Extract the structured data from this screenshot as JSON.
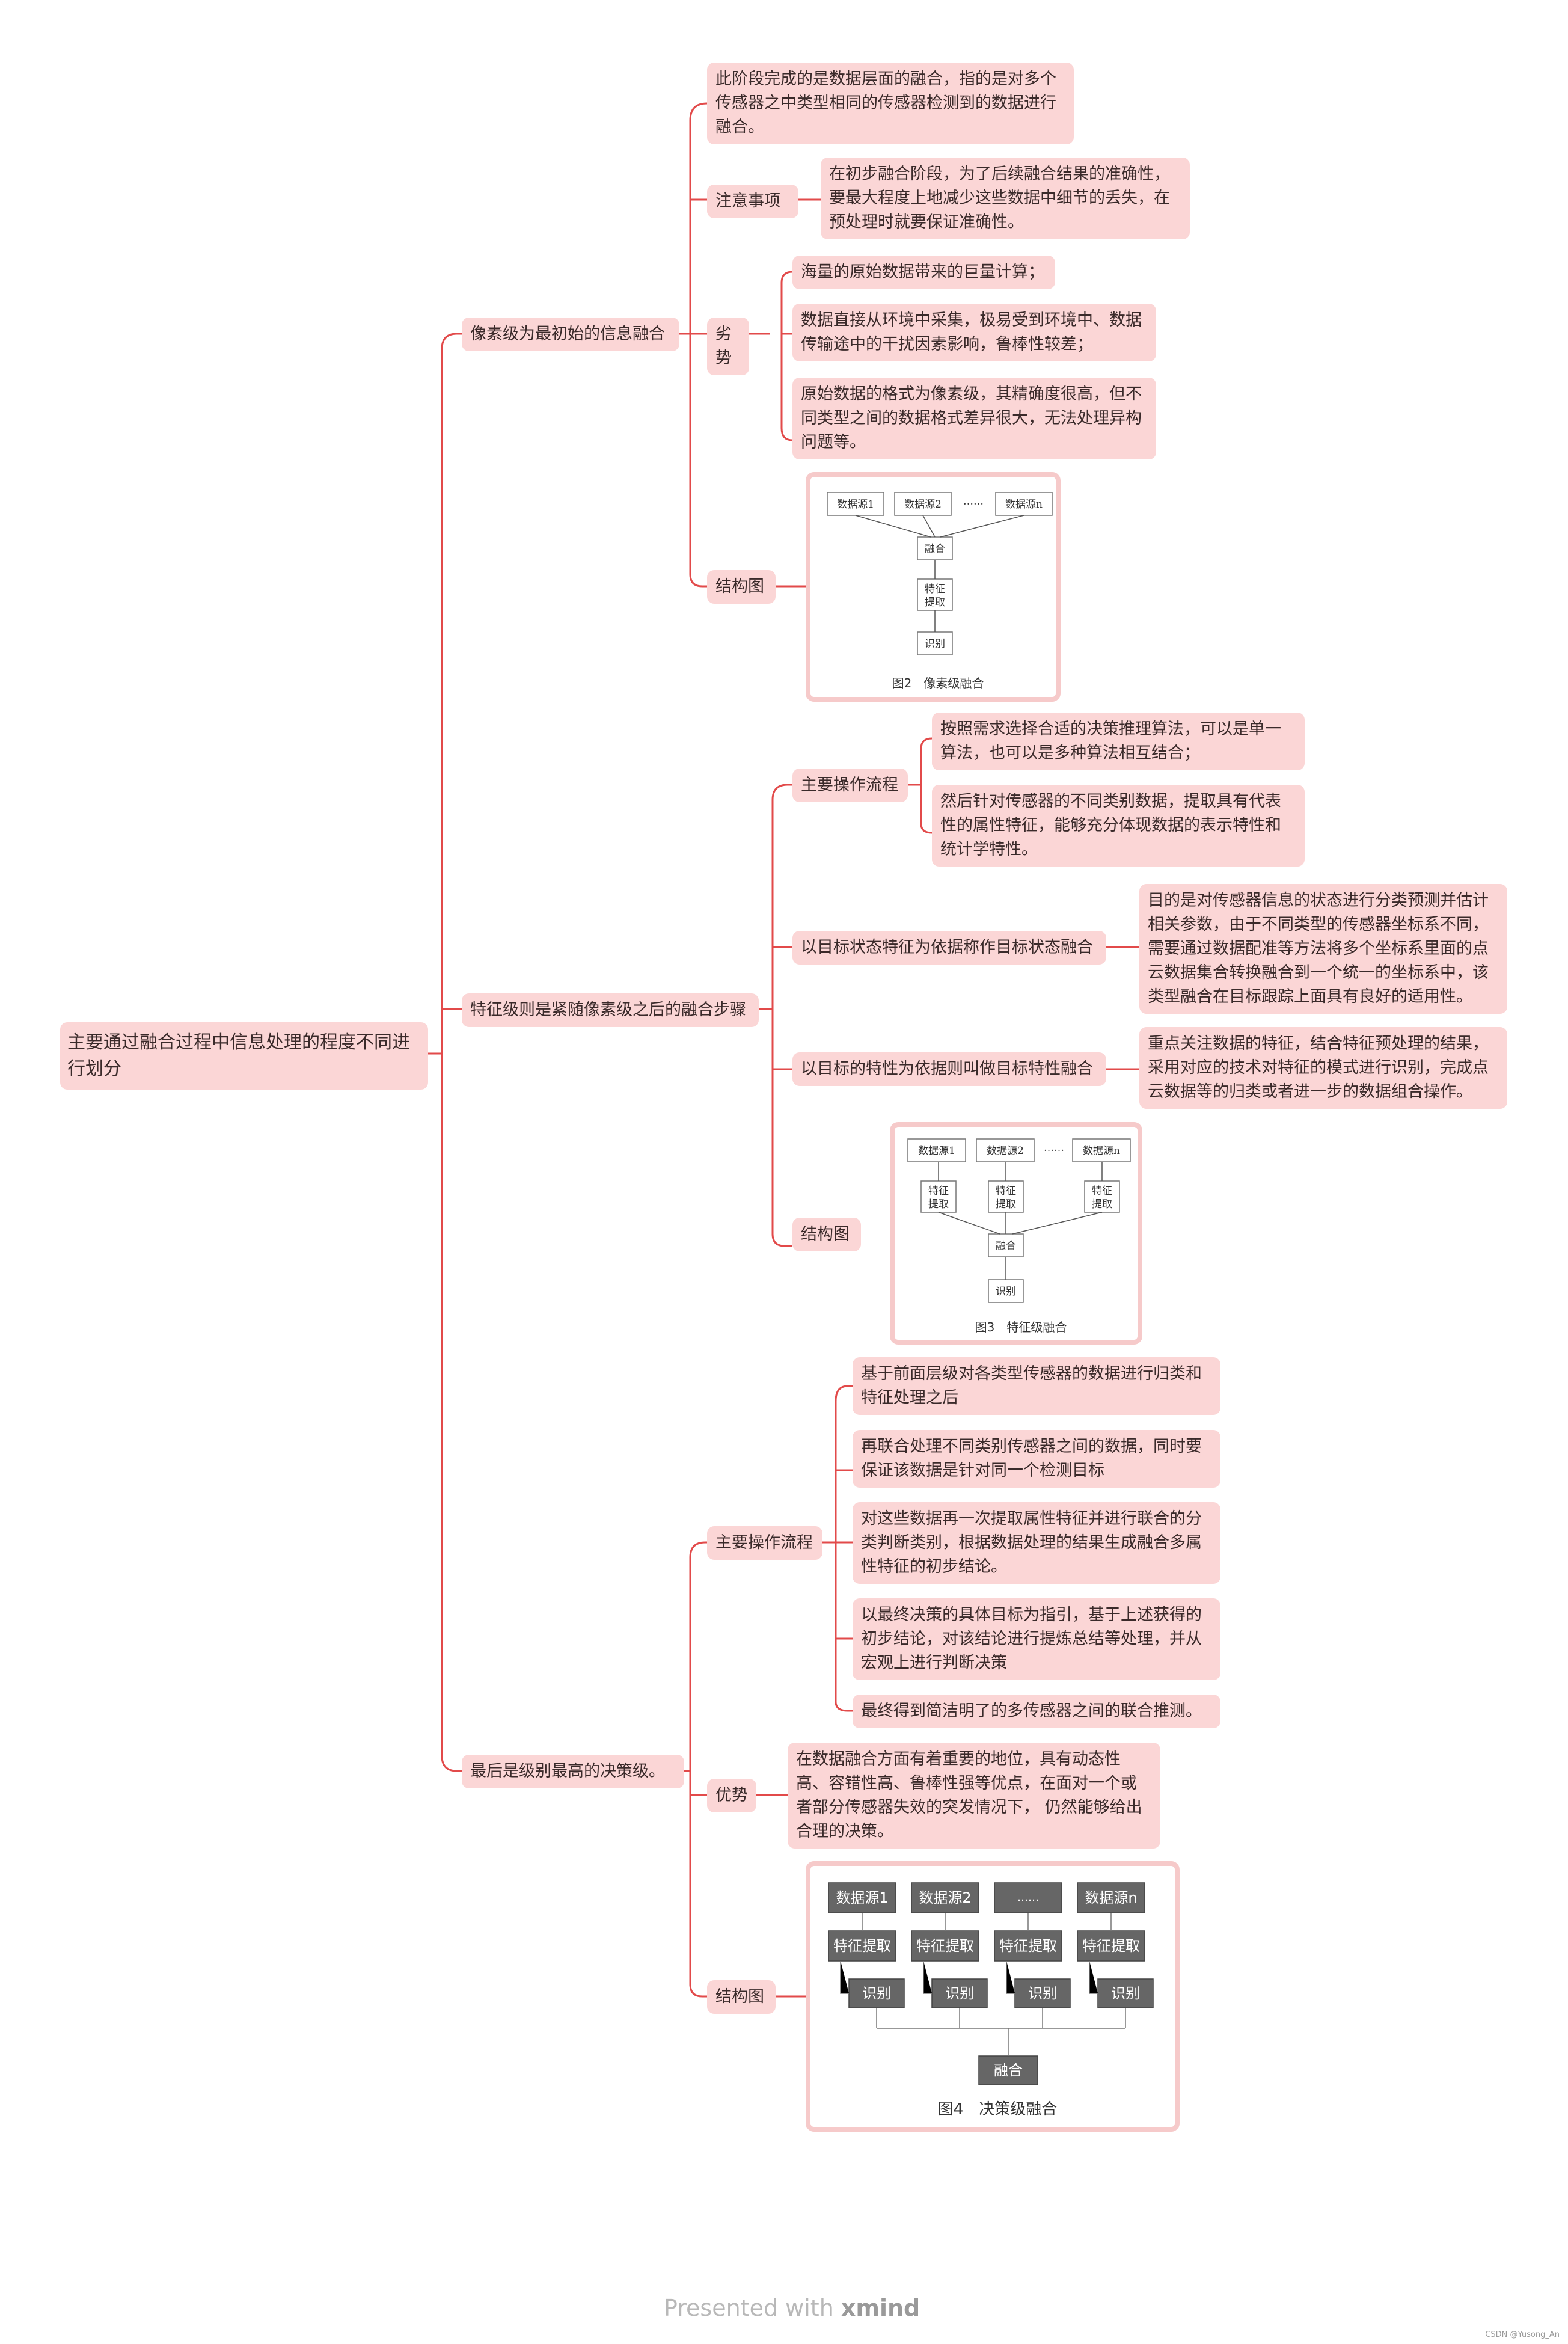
{
  "root": "主要通过融合过程中信息处理的程度不同进行划分",
  "pixel": {
    "title": "像素级为最初始的信息融合",
    "desc": "此阶段完成的是数据层面的融合，指的是对多个传感器之中类型相同的传感器检测到的数据进行融合。",
    "note_label": "注意事项",
    "note": "在初步融合阶段，为了后续融合结果的准确性，要最大程度上地减少这些数据中细节的丢失，在预处理时就要保证准确性。",
    "cons_label": "劣势",
    "cons": [
      "海量的原始数据带来的巨量计算；",
      "数据直接从环境中采集，极易受到环境中、数据传输途中的干扰因素影响，鲁棒性较差；",
      "原始数据的格式为像素级，其精确度很高，但不同类型之间的数据格式差异很大，无法处理异构问题等。"
    ],
    "struct_label": "结构图",
    "fig": {
      "sources": [
        "数据源1",
        "数据源2",
        "……",
        "数据源n"
      ],
      "fuse": "融合",
      "extract": "特征提取",
      "recognize": "识别",
      "caption": "图2　像素级融合"
    }
  },
  "feature": {
    "title": "特征级则是紧随像素级之后的融合步骤",
    "flow_label": "主要操作流程",
    "flow": [
      "按照需求选择合适的决策推理算法，可以是单一算法，也可以是多种算法相互结合；",
      "然后针对传感器的不同类别数据，提取具有代表性的属性特征，能够充分体现数据的表示特性和统计学特性。"
    ],
    "state_label": "以目标状态特征为依据称作目标状态融合",
    "state": "目的是对传感器信息的状态进行分类预测并估计相关参数，由于不同类型的传感器坐标系不同，需要通过数据配准等方法将多个坐标系里面的点云数据集合转换融合到一个统一的坐标系中，该类型融合在目标跟踪上面具有良好的适用性。",
    "char_label": "以目标的特性为依据则叫做目标特性融合",
    "char": "重点关注数据的特征，结合特征预处理的结果，采用对应的技术对特征的模式进行识别，完成点云数据等的归类或者进一步的数据组合操作。",
    "struct_label": "结构图",
    "fig": {
      "sources": [
        "数据源1",
        "数据源2",
        "……",
        "数据源n"
      ],
      "extract": "特征提取",
      "fuse": "融合",
      "recognize": "识别",
      "caption": "图3　特征级融合"
    }
  },
  "decision": {
    "title": "最后是级别最高的决策级。",
    "flow_label": "主要操作流程",
    "flow": [
      "基于前面层级对各类型传感器的数据进行归类和特征处理之后",
      "再联合处理不同类别传感器之间的数据，同时要保证该数据是针对同一个检测目标",
      "对这些数据再一次提取属性特征并进行联合的分类判断类别，根据数据处理的结果生成融合多属性特征的初步结论。",
      "以最终决策的具体目标为指引，基于上述获得的初步结论，对该结论进行提炼总结等处理，并从宏观上进行判断决策",
      "最终得到简洁明了的多传感器之间的联合推测。"
    ],
    "adv_label": "优势",
    "adv": "在数据融合方面有着重要的地位，具有动态性高、容错性高、鲁棒性强等优点，在面对一个或者部分传感器失效的突发情况下， 仍然能够给出合理的决策。",
    "struct_label": "结构图",
    "fig": {
      "sources": [
        "数据源1",
        "数据源2",
        "……",
        "数据源n"
      ],
      "extract": "特征提取",
      "recognize": "识别",
      "fuse": "融合",
      "caption": "图4　决策级融合"
    }
  },
  "footer": {
    "prefix": "Presented with ",
    "brand": "xmind"
  },
  "credit": "CSDN @Yusong_An",
  "colors": {
    "line": "#e24a4a",
    "node": "#fbd6d6",
    "frame": "#f6caca"
  }
}
